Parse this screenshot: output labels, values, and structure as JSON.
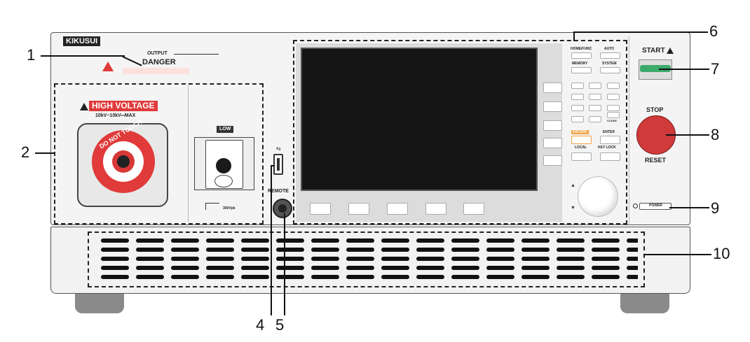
{
  "callouts": [
    "1",
    "2",
    "4",
    "5",
    "6",
    "7",
    "8",
    "9",
    "10"
  ],
  "brand": "KIKUSUI",
  "output_label": "OUTPUT",
  "danger_label": "DANGER",
  "hv_label": "HIGH VOLTAGE",
  "hv_rating": "10kV~10kV═MAX",
  "do_not_touch": "DO NOT TOUCH",
  "low_label": "LOW",
  "low_rating": "300Vpk",
  "remote_label": "REMOTE",
  "keys": {
    "home": "HOME/FUNC",
    "auto": "AUTO",
    "memory": "MEMORY",
    "system": "SYSTEM",
    "clear": "CLEAR",
    "escape": "ESCAPE",
    "enter": "ENTER",
    "local": "LOCAL",
    "keylock": "KEY LOCK"
  },
  "start_label": "START",
  "stop_label": "STOP",
  "reset_label": "RESET",
  "power_label": "POWER",
  "colors": {
    "hv_red": "#e03a3a",
    "start_green": "#3caa6a",
    "stop_red": "#d03a3a",
    "escape_orange": "#f0a040"
  }
}
